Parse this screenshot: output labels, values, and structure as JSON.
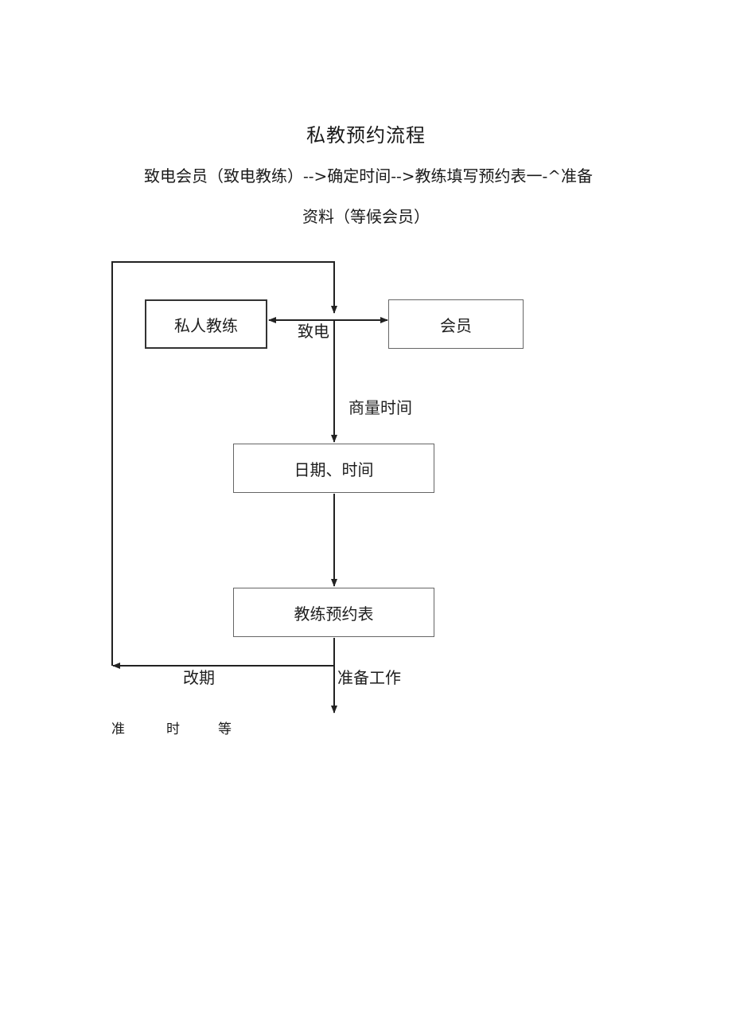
{
  "document": {
    "title": "私教预约流程",
    "intro_line_1": "致电会员（致电教练）-->确定时间-->教练填写预约表一-^准备",
    "intro_line_2": "资料（等候会员）"
  },
  "flowchart": {
    "nodes": {
      "trainer": "私人教练",
      "member": "会员",
      "datetime": "日期、时间",
      "booking_form": "教练预约表"
    },
    "edge_labels": {
      "call": "致电",
      "negotiate_time": "商量时间",
      "reschedule": "改期",
      "prepare_work": "准备工作"
    }
  },
  "footer": {
    "chars": [
      "准",
      "时",
      "等"
    ]
  }
}
